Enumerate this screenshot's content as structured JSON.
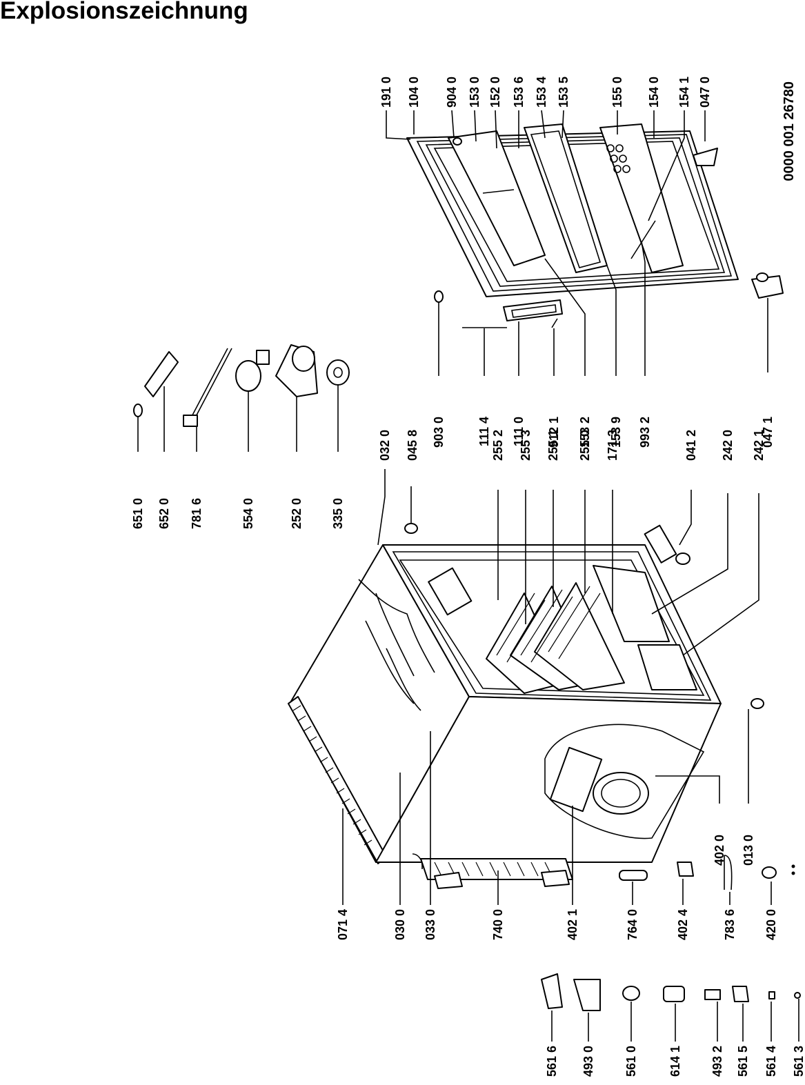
{
  "title": "Explosionszeichnung",
  "document_number": "0000 001 26780",
  "labels": {
    "l_0714": "071 4",
    "l_0300": "030 0",
    "l_0330": "033 0",
    "l_7400": "740 0",
    "l_4021": "402 1",
    "l_7640": "764 0",
    "l_4024": "402 4",
    "l_7836": "783 6",
    "l_4200": "420 0",
    "l_5616": "561 6",
    "l_4930": "493 0",
    "l_5610": "561 0",
    "l_6141": "614 1",
    "l_4932": "493 2",
    "l_5615": "561 5",
    "l_5614": "561 4",
    "l_5613": "561 3",
    "l_4020": "402 0",
    "l_0130": "013 0",
    "l_0320": "032 0",
    "l_0458": "045 8",
    "l_2552": "255 2",
    "l_2553": "255 3",
    "l_2551": "255 1",
    "l_2550": "255 0",
    "l_1713": "171 3",
    "l_0412": "041 2",
    "l_2420": "242 0",
    "l_2421": "242 1",
    "l_6510": "651 0",
    "l_6520": "652 0",
    "l_7816": "781 6",
    "l_5540": "554 0",
    "l_2520": "252 0",
    "l_3350": "335 0",
    "l_9030": "903 0",
    "l_1114": "111 4",
    "l_1110": "111 0",
    "l_9121": "912 1",
    "l_1532": "153 2",
    "l_1539": "153 9",
    "l_9932": "993 2",
    "l_0471": "047 1",
    "l_1910": "191 0",
    "l_1040": "104 0",
    "l_9040": "904 0",
    "l_1530": "153 0",
    "l_1520": "152 0",
    "l_1536": "153 6",
    "l_1534": "153 4",
    "l_1535": "153 5",
    "l_1550": "155 0",
    "l_1540": "154 0",
    "l_1541": "154 1",
    "l_0470": "047 0"
  }
}
